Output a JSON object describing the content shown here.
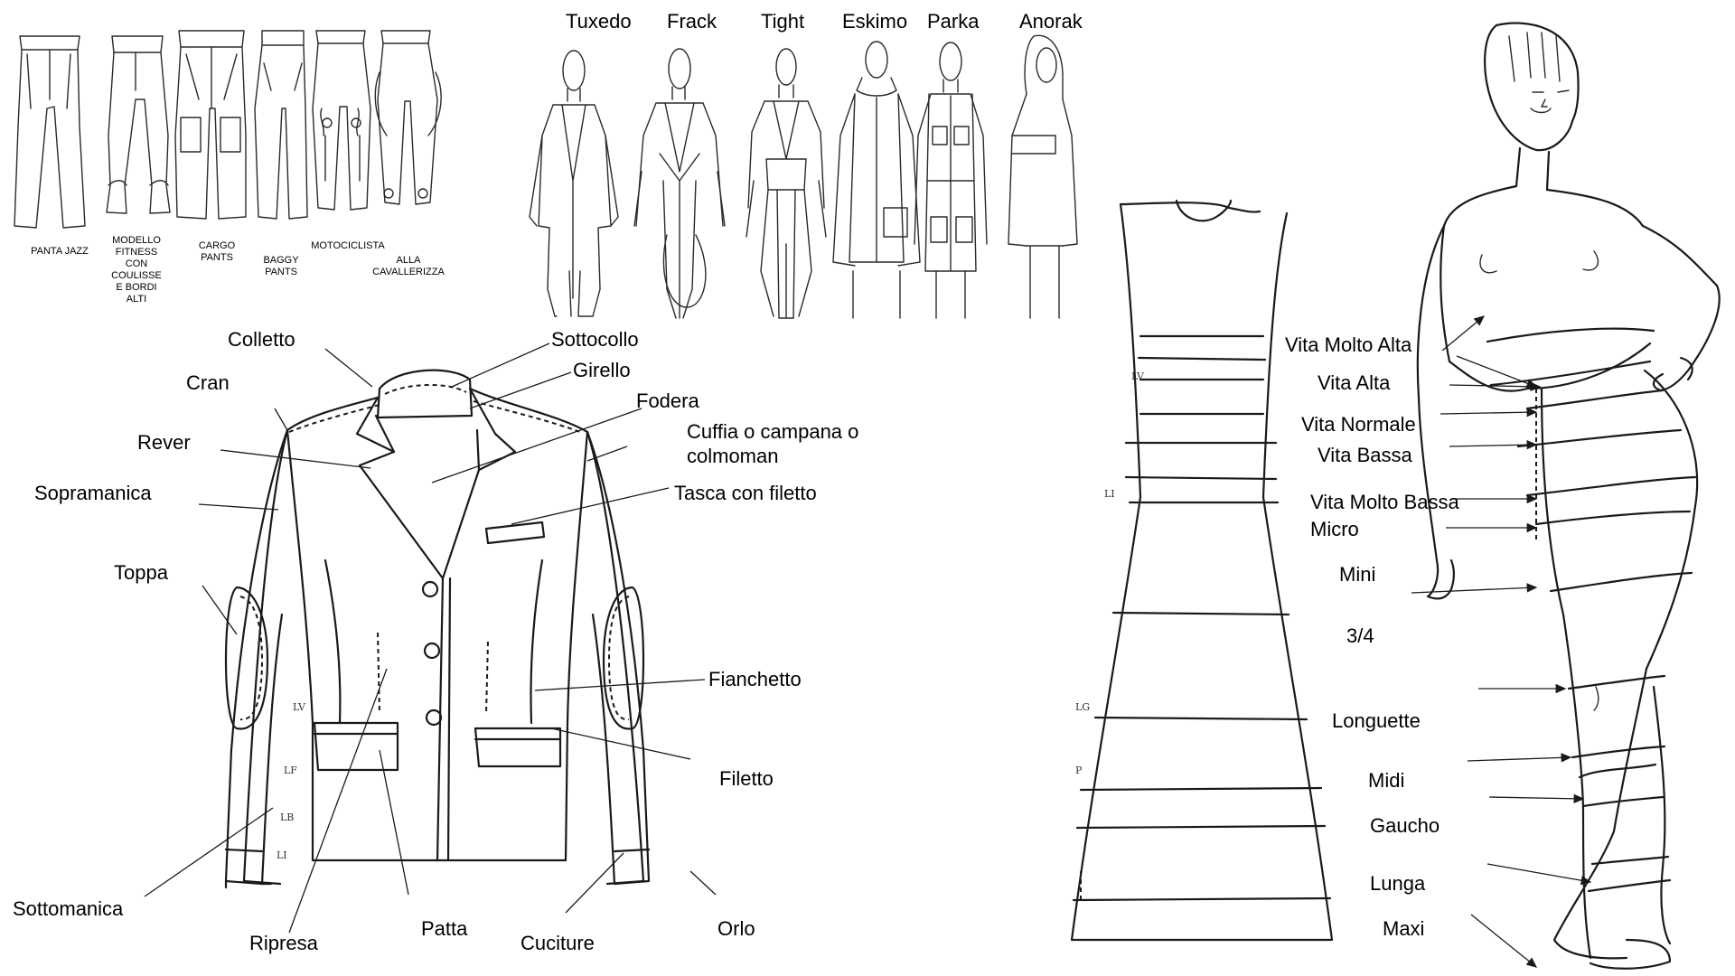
{
  "pants": {
    "labels": [
      "PANTA JAZZ",
      "MODELLO FITNESS CON COULISSE E BORDI ALTI",
      "CARGO PANTS",
      "BAGGY PANTS",
      "MOTOCICLISTA",
      "ALLA CAVALLERIZZA"
    ]
  },
  "coats": {
    "labels": [
      "Tuxedo",
      "Frack",
      "Tight",
      "Eskimo",
      "Parka",
      "Anorak"
    ]
  },
  "jacket": {
    "labels": {
      "colletto": "Colletto",
      "cran": "Cran",
      "rever": "Rever",
      "sopramanica": "Sopramanica",
      "toppa": "Toppa",
      "sottomanica": "Sottomanica",
      "ripresa": "Ripresa",
      "patta": "Patta",
      "cuciture": "Cuciture",
      "orlo": "Orlo",
      "sottocollo": "Sottocollo",
      "girello": "Girello",
      "fodera": "Fodera",
      "cuffia": "Cuffia o campana o colmoman",
      "tasca": "Tasca con filetto",
      "fianchetto": "Fianchetto",
      "filetto": "Filetto"
    },
    "marks": [
      "LV",
      "LF",
      "LB",
      "LI"
    ]
  },
  "dress": {
    "marks": [
      "LV",
      "LI",
      "LG",
      "P"
    ]
  },
  "lengths": {
    "labels": [
      "Vita Molto Alta",
      "Vita Alta",
      "Vita Normale",
      "Vita Bassa",
      "Vita Molto Bassa",
      "Micro",
      "Mini",
      "3/4",
      "Longuette",
      "Midi",
      "Gaucho",
      "Lunga",
      "Maxi"
    ]
  }
}
